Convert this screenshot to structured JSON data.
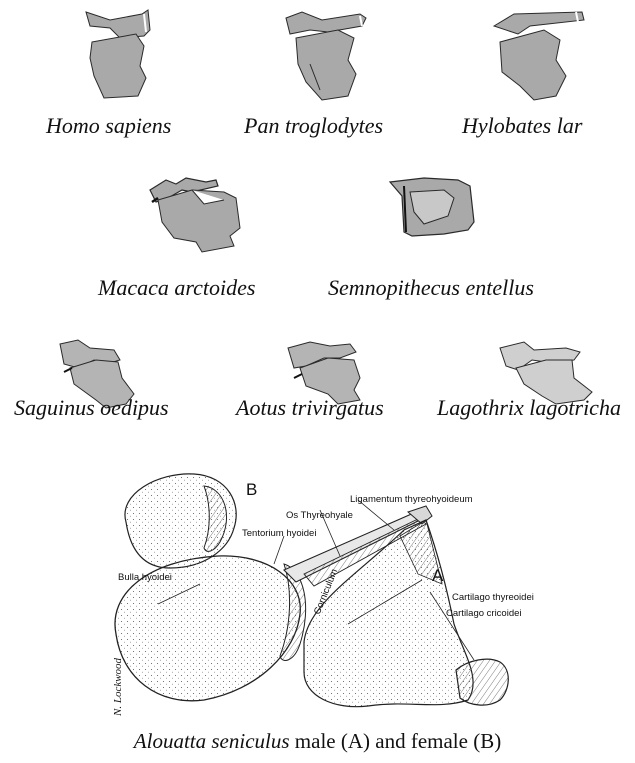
{
  "species": [
    {
      "name": "Homo sapiens"
    },
    {
      "name": "Pan troglodytes"
    },
    {
      "name": "Hylobates lar"
    },
    {
      "name": "Macaca arctoides"
    },
    {
      "name": "Semnopithecus entellus"
    },
    {
      "name": "Saguinus oedipus"
    },
    {
      "name": "Aotus trivirgatus"
    },
    {
      "name": "Lagothrix lagotricha"
    }
  ],
  "detail": {
    "letter_b": "B",
    "letter_a": "A",
    "labels": {
      "os_thyreohyale": "Os Thyreohyale",
      "ligamentum": "Ligamentum thyreohyoideum",
      "tentorium": "Tentorium hyoidei",
      "bulla": "Bulla hyoidei",
      "corniculum": "Corniculum",
      "cartilago_thyreoidei": "Cartilago thyreoidei",
      "cartilago_cricoidei": "Cartilago cricoidei"
    },
    "signature": "N. Lockwood"
  },
  "caption": {
    "species": "Alouatta seniculus",
    "rest": " male (A) and female (B)"
  },
  "colors": {
    "fill": "#a9a9a9",
    "stroke": "#2a2a2a"
  }
}
